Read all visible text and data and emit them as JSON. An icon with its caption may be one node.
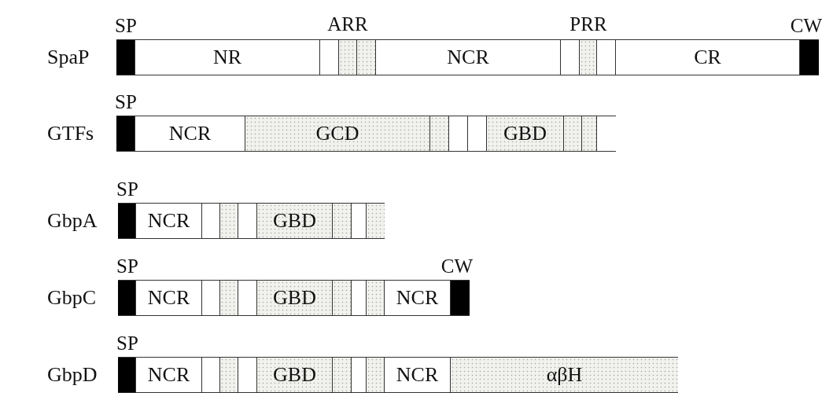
{
  "diagram": {
    "nodes": [
      {
        "text": [],
        "shape": "box",
        "beside": [
          "SpaP"
        ]
      },
      {
        "text": [],
        "shape": "bar",
        "in": 0,
        "beside": [
          "SP"
        ]
      },
      {
        "text": [
          "NR"
        ],
        "in": 0
      },
      {
        "text": [],
        "shape": "box",
        "in": 0
      },
      {
        "text": [],
        "shape": "box",
        "in": 0
      },
      {
        "text": [],
        "shape": "box",
        "in": 0
      },
      {
        "text": [
          "NCR"
        ],
        "in": 0
      },
      {
        "text": [],
        "shape": "box",
        "in": 0
      },
      {
        "text": [],
        "shape": "box",
        "in": 0
      },
      {
        "text": [],
        "shape": "box",
        "in": 0
      },
      {
        "text": [
          "CR"
        ],
        "in": 0
      },
      {
        "text": [],
        "shape": "bar",
        "in": 0,
        "beside": [
          "CW"
        ]
      },
      {
        "text": [],
        "shape": "box",
        "beside": [
          "GTFs"
        ]
      },
      {
        "text": [],
        "shape": "bar",
        "in": 12,
        "beside": [
          "SP"
        ]
      },
      {
        "text": [
          "NCR"
        ],
        "in": 12
      },
      {
        "text": [
          "GCD"
        ],
        "in": 12
      },
      {
        "text": [],
        "shape": "box",
        "in": 12
      },
      {
        "text": [],
        "shape": "box",
        "in": 12
      },
      {
        "text": [],
        "shape": "box",
        "in": 12
      },
      {
        "text": [
          "GBD"
        ],
        "in": 12
      },
      {
        "text": [],
        "shape": "box",
        "in": 12
      },
      {
        "text": [],
        "shape": "box",
        "in": 12
      },
      {
        "text": [],
        "shape": "box",
        "in": 12
      },
      {
        "text": [],
        "shape": "box",
        "beside": [
          "GbpA"
        ]
      },
      {
        "text": [],
        "shape": "bar",
        "in": 23,
        "beside": [
          "SP"
        ]
      },
      {
        "text": [
          "NCR"
        ],
        "in": 23
      },
      {
        "text": [],
        "shape": "box",
        "in": 23
      },
      {
        "text": [],
        "shape": "box",
        "in": 23
      },
      {
        "text": [],
        "shape": "box",
        "in": 23
      },
      {
        "text": [
          "GBD"
        ],
        "in": 23
      },
      {
        "text": [],
        "shape": "box",
        "in": 23
      },
      {
        "text": [],
        "shape": "box",
        "in": 23
      },
      {
        "text": [],
        "shape": "box",
        "in": 23
      },
      {
        "text": [],
        "shape": "box",
        "beside": [
          "GbpC"
        ]
      },
      {
        "text": [],
        "shape": "bar",
        "in": 33,
        "beside": [
          "SP"
        ]
      },
      {
        "text": [
          "NCR"
        ],
        "in": 33
      },
      {
        "text": [],
        "shape": "box",
        "in": 33
      },
      {
        "text": [],
        "shape": "box",
        "in": 33
      },
      {
        "text": [],
        "shape": "box",
        "in": 33
      },
      {
        "text": [
          "GBD"
        ],
        "in": 33
      },
      {
        "text": [],
        "shape": "box",
        "in": 33
      },
      {
        "text": [],
        "shape": "box",
        "in": 33
      },
      {
        "text": [],
        "shape": "box",
        "in": 33
      },
      {
        "text": [
          "NCR"
        ],
        "in": 33
      },
      {
        "text": [],
        "shape": "bar",
        "in": 33,
        "beside": [
          "CW"
        ]
      },
      {
        "text": [],
        "shape": "box",
        "beside": [
          "GbpD"
        ]
      },
      {
        "text": [],
        "shape": "bar",
        "in": 45,
        "beside": [
          "SP"
        ]
      },
      {
        "text": [
          "NCR"
        ],
        "in": 45
      },
      {
        "text": [],
        "shape": "box",
        "in": 45
      },
      {
        "text": [],
        "shape": "box",
        "in": 45
      },
      {
        "text": [],
        "shape": "box",
        "in": 45
      },
      {
        "text": [
          "GBD"
        ],
        "in": 45
      },
      {
        "text": [],
        "shape": "box",
        "in": 45
      },
      {
        "text": [],
        "shape": "box",
        "in": 45
      },
      {
        "text": [],
        "shape": "box",
        "in": 45
      },
      {
        "text": [
          "NCR"
        ],
        "in": 45
      },
      {
        "text": [
          "αβH"
        ],
        "in": 45
      }
    ],
    "labels": [
      "ARR",
      "PRR"
    ]
  }
}
